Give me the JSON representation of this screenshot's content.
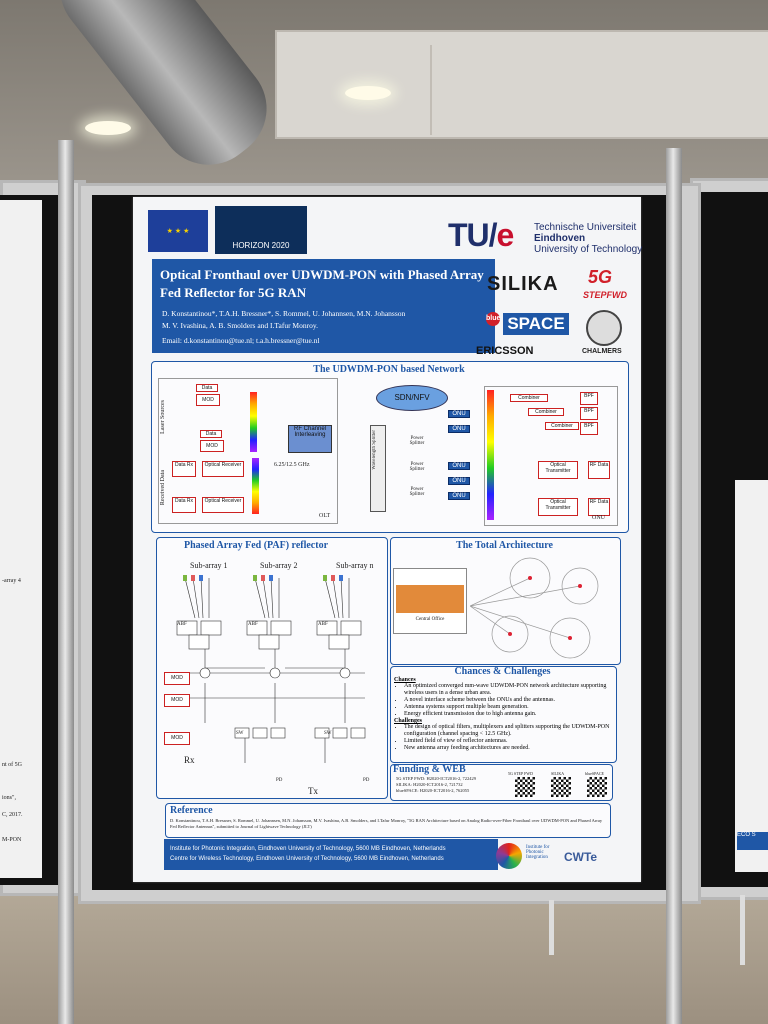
{
  "poster": {
    "eu_label": "★ ★ ★",
    "horizon_label": "HORIZON 2020",
    "tue_logo_prefix": "TU/",
    "tue_logo_suffix": "e",
    "tue_name_line1": "Technische Universiteit",
    "tue_name_line2": "Eindhoven",
    "tue_name_line3": "University of Technology",
    "title": "Optical Fronthaul over UDWDM-PON with Phased Array Fed Reflector for 5G RAN",
    "authors_line1": "D. Konstantinou*, T.A.H. Bressner*, S. Rommel, U. Johannsen, M.N. Johansson",
    "authors_line2": "M. V. Ivashina, A. B. Smolders and I.Tafur Monroy.",
    "email": "Email: d.konstantinou@tue.nl; t.a.h.bressner@tue.nl",
    "logo_silika": "SILIKA",
    "logo_5g": "5G",
    "logo_stepfwd": "STEPFWD",
    "logo_bluespace": "SPACE",
    "logo_blue": "blue",
    "logo_ericsson": "ERICSSON",
    "logo_chalmers": "CHALMERS",
    "network_title": "The UDWDM-PON based Network",
    "sdn_label": "SDN/NFV",
    "olt_label": "OLT",
    "onu_label": "ONU",
    "mod_label": "MOD",
    "data_label": "Data",
    "data_rx_label": "Data Rx",
    "optical_receiver": "Optical Receiver",
    "rf_channel": "RF Channel Interleaving",
    "spacing_label": "6.25/12.5 GHz",
    "combiner_label": "Combiner",
    "bpf_label": "BPF",
    "power_splitter": "Power Splitter",
    "optical_transmitter": "Optical Transmitter",
    "rf_data": "RF Data",
    "wavelength_splitter": "Wavelength Splitter",
    "laser_sources": "Laser Sources",
    "received_data": "Received Data",
    "paf_title": "Phased Array Fed (PAF) reflector",
    "subarray_1": "Sub-array 1",
    "subarray_2": "Sub-array 2",
    "subarray_n": "Sub-array n",
    "abf_label": "ABF",
    "sw_label": "SW",
    "pd_label": "PD",
    "rx_label": "Rx",
    "tx_label": "Tx",
    "total_title": "The Total Architecture",
    "central_office": "Central Office",
    "chances_title": "Chances & Challenges",
    "chances_head": "Chances",
    "chances": [
      "An optimized converged mm-wave UDWDM-PON network architecture supporting wireless users in a dense urban area.",
      "A novel interface scheme between the ONUs and the antennas.",
      "Antenna systems support multiple beam generation.",
      "Energy efficient transmission due to high antenna gain."
    ],
    "challenges_head": "Challenges",
    "challenges": [
      "The design of optical filters, multiplexers and splitters supporting the UDWDM-PON configuration (channel spacing < 12.5 GHz).",
      "Limited field of view of reflector antennas.",
      "New antenna array feeding architectures are needed."
    ],
    "funding_title": "Funding & WEB",
    "funding": [
      "5G STEP FWD: H2020-ICT2016-2, 722429",
      "SILIKA: H2020-ICT2016-2, 721732",
      "blueSPACE: H2020-ICT2016-2, 762055"
    ],
    "qr_labels": [
      "5G STEP FWD",
      "SILIKA",
      "blueSPACE"
    ],
    "reference_title": "Reference",
    "reference_text": "D. Konstantinou, T.A.H. Bressner, S. Rommel, U. Johannsen, M.N. Johansson, M.V. Ivashina, A.B. Smolders, and I.Tafur Monroy, \"5G RAN Architecture based on Analog Radio-over-Fiber Fronthaul over UDWDM-PON and Phased Array Fed Reflector Antennas\", submitted to Journal of Lightwave Technology (JLT)",
    "footer_line1": "Institute for Photonic Integration, Eindhoven University of Technology, 5600 MB Eindhoven, Netherlands",
    "footer_line2": "Centre for Wireless Technology, Eindhoven University of Technology, 5600 MB Eindhoven, Netherlands",
    "ipi_logo": "Institute for Photonic Integration",
    "cwte_logo": "CWTe"
  },
  "neighbor_left": {
    "subarray": "-array 4",
    "ref1": "nt of 5G",
    "ref2": "ions\",",
    "ref3": "C, 2017.",
    "ref4": "M-PON"
  },
  "neighbor_right": {
    "footer": "ECO S"
  }
}
